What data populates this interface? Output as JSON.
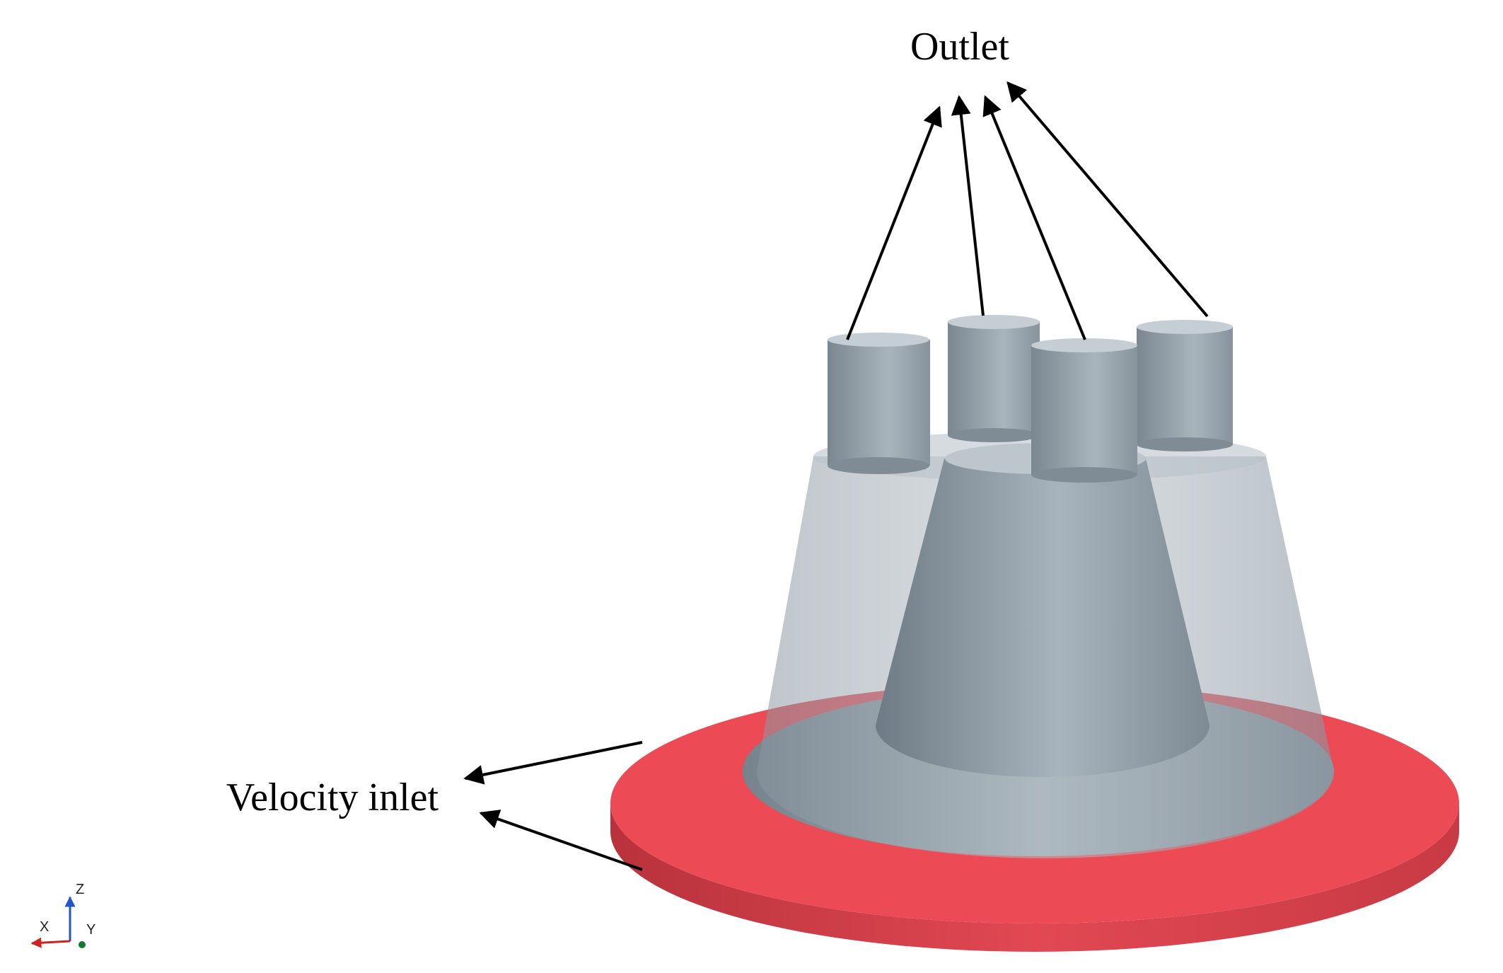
{
  "labels": {
    "outlet": "Outlet",
    "velocity_inlet": "Velocity inlet"
  },
  "axis_triad": {
    "z": "Z",
    "x": "X",
    "y": "Y"
  },
  "colors": {
    "inlet_face": "#ec4b55",
    "inlet_side": "#c83a44",
    "body_gray": "#9aa7b0",
    "arrow": "#000000",
    "axis_z": "#2255cc",
    "axis_x": "#cc2222",
    "axis_y": "#117733"
  }
}
